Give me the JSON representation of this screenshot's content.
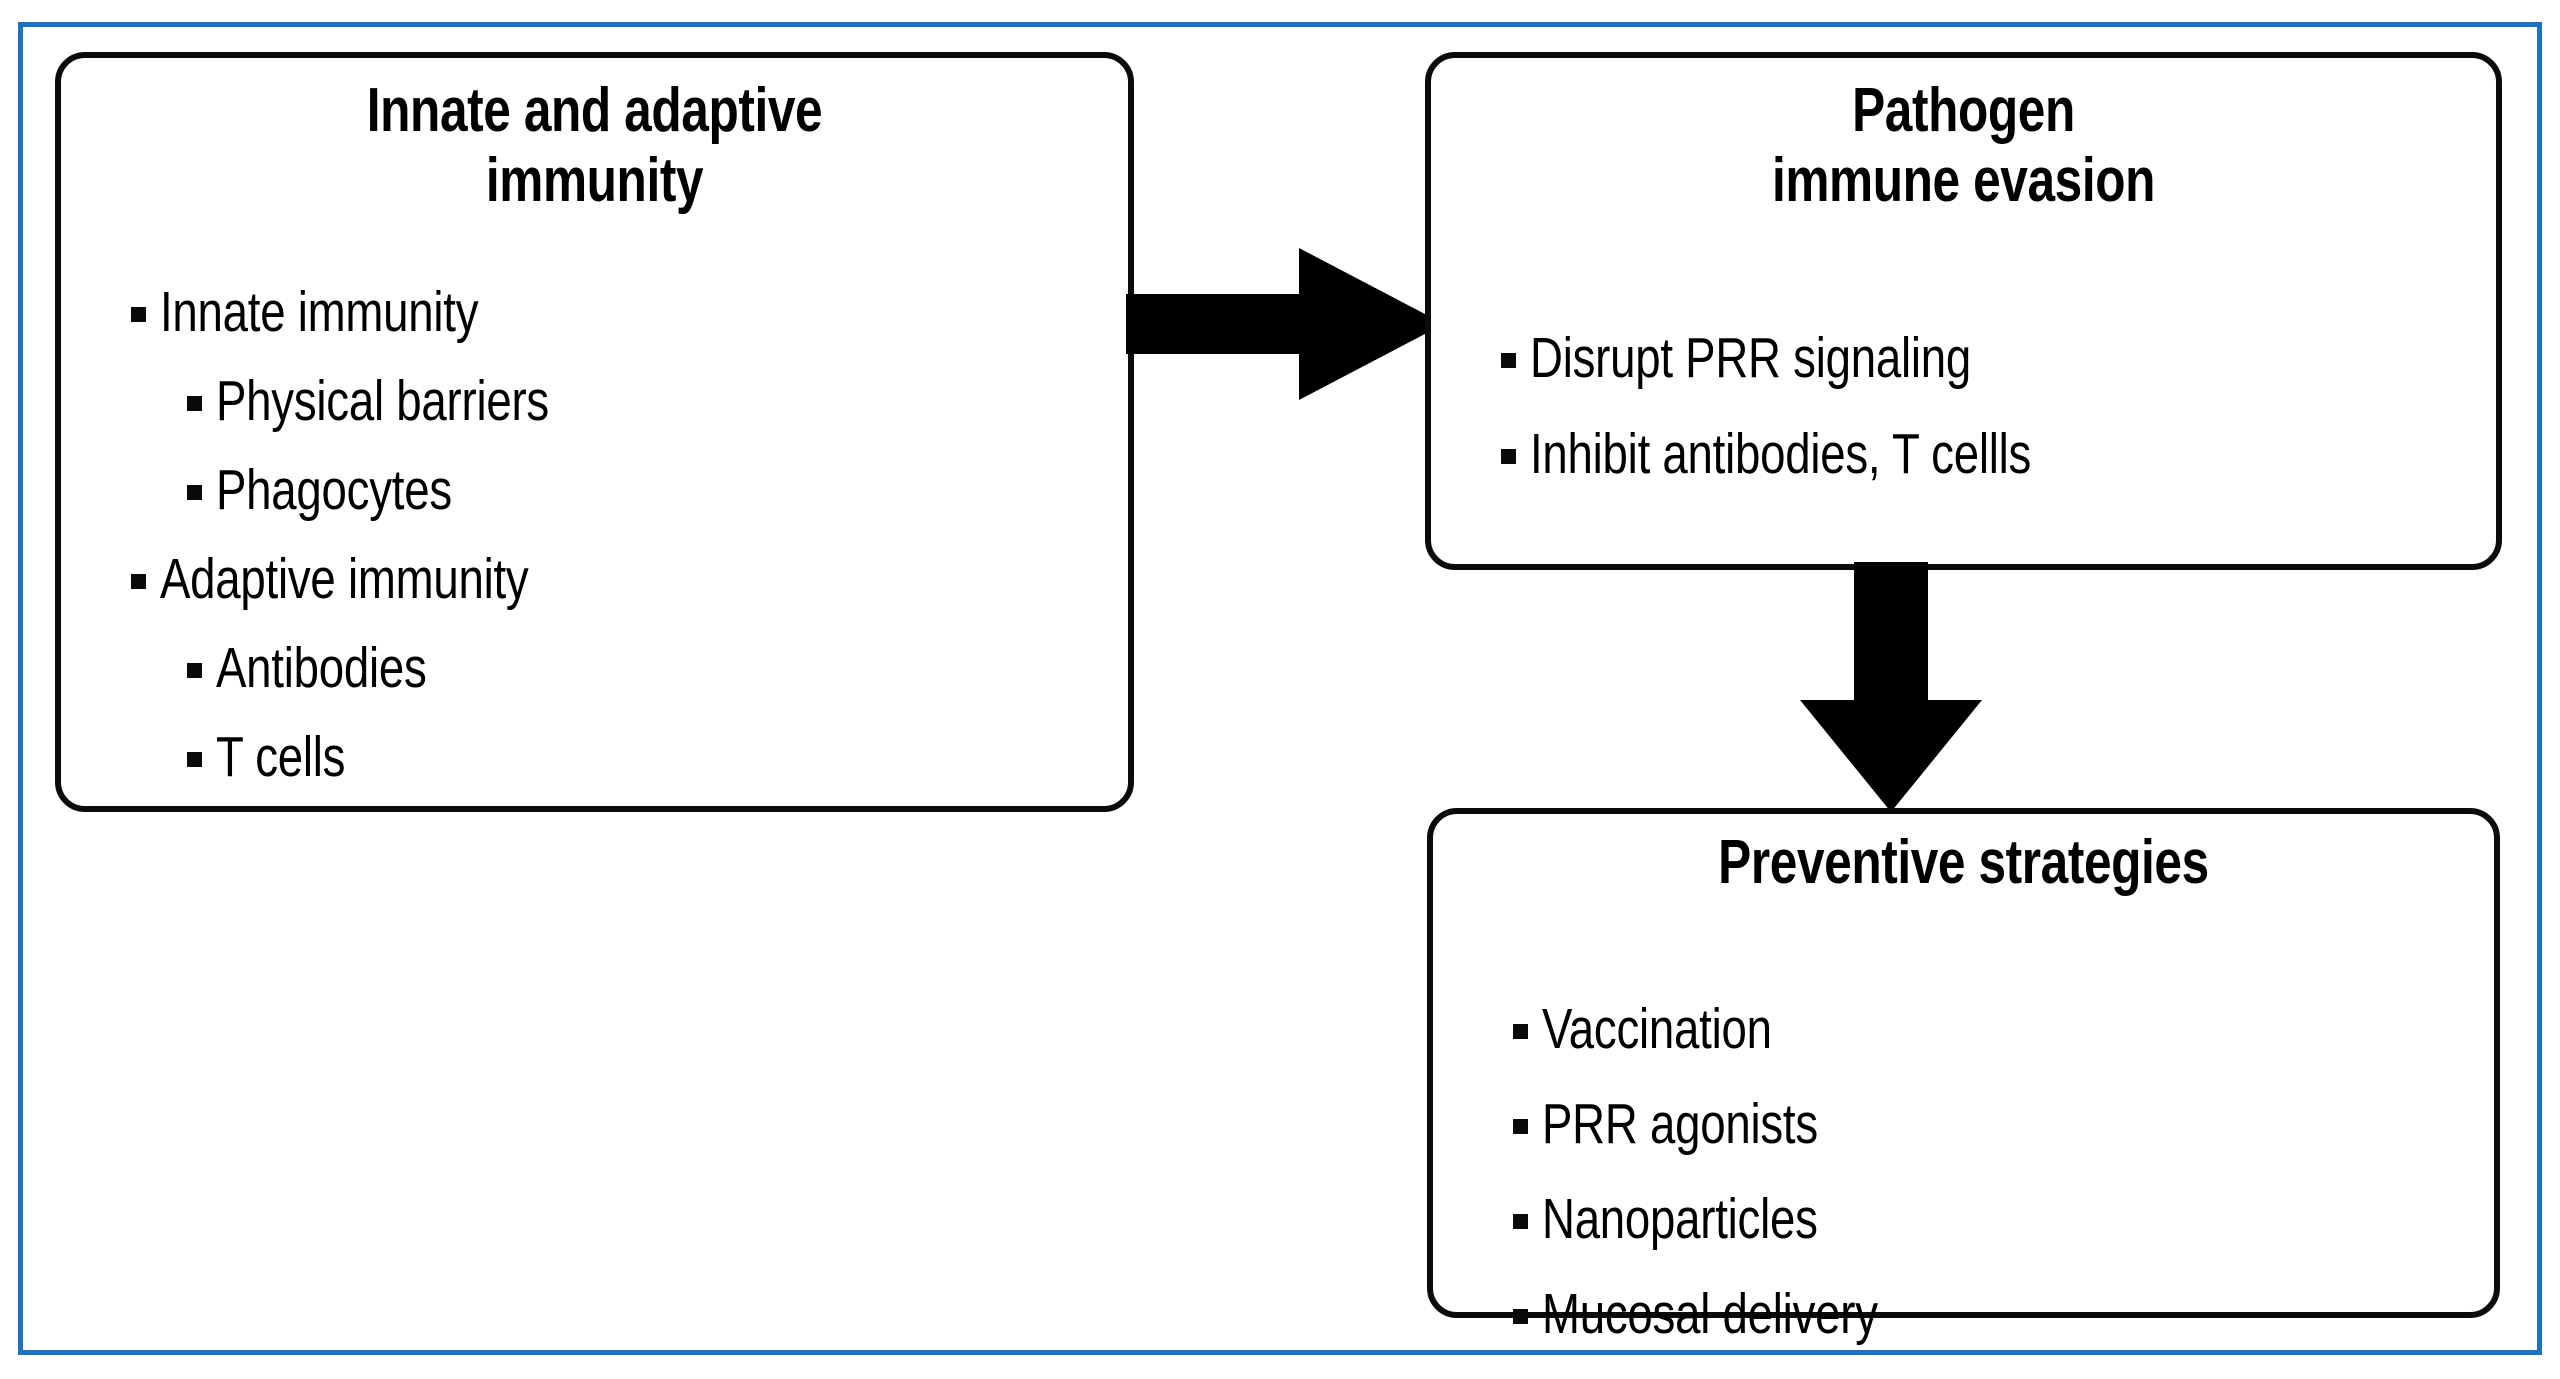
{
  "diagram": {
    "frame_color": "#1a72c4",
    "box_border_color": "#0b0b0b",
    "background_color": "#ffffff",
    "boxes": [
      {
        "id": "immunity",
        "title": "Innate and adaptive\nimmunity",
        "bullets": [
          {
            "level": 1,
            "text": "Innate immunity"
          },
          {
            "level": 2,
            "text": "Physical barriers"
          },
          {
            "level": 2,
            "text": "Phagocytes"
          },
          {
            "level": 1,
            "text": "Adaptive immunity"
          },
          {
            "level": 2,
            "text": "Antibodies"
          },
          {
            "level": 2,
            "text": "T cells"
          }
        ]
      },
      {
        "id": "evasion",
        "title": "Pathogen\nimmune evasion",
        "bullets": [
          {
            "level": 1,
            "text": "Disrupt PRR signaling"
          },
          {
            "level": 1,
            "text": "Inhibit antibodies, T cellls"
          }
        ]
      },
      {
        "id": "preventive",
        "title": "Preventive strategies",
        "bullets": [
          {
            "level": 1,
            "text": "Vaccination"
          },
          {
            "level": 1,
            "text": "PRR agonists"
          },
          {
            "level": 1,
            "text": "Nanoparticles"
          },
          {
            "level": 1,
            "text": "Mucosal delivery"
          }
        ]
      }
    ],
    "arrows": [
      {
        "id": "immunity-to-evasion",
        "direction": "right",
        "color": "#000000"
      },
      {
        "id": "evasion-to-preventive",
        "direction": "down",
        "color": "#000000"
      }
    ]
  }
}
